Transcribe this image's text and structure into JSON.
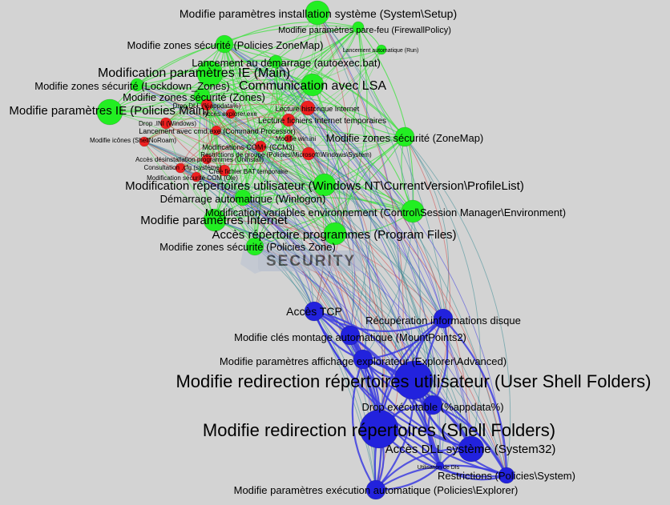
{
  "watermark": {
    "text": "SECURITY"
  },
  "colors": {
    "background": "#d3d3d3",
    "green_node": "#22ee22",
    "red_node": "#ee2020",
    "blue_node": "#2222dd",
    "green_edge": "#3de23d",
    "red_edge": "#d24a4a",
    "blue_edge": "#3c3ce0",
    "teal_edge": "#3c8c96"
  },
  "clusters": {
    "green": {
      "nodes": [
        {
          "id": "g1",
          "label": "Modifie paramètres installation système (System\\Setup)"
        },
        {
          "id": "g2",
          "label": "Modifie paramètres pare-feu (FirewallPolicy)"
        },
        {
          "id": "g3",
          "label": "Modifie zones sécurité (Policies ZoneMap)"
        },
        {
          "id": "g4",
          "label": "Lancement automatique (Run)"
        },
        {
          "id": "g5",
          "label": "Lancement au démarrage (autoexec.bat)"
        },
        {
          "id": "g6",
          "label": "Modification paramètres IE (Main)"
        },
        {
          "id": "g7",
          "label": "Modifie zones sécurité (Lockdown_Zones)"
        },
        {
          "id": "g8",
          "label": "Communication avec LSA"
        },
        {
          "id": "g9",
          "label": "Modifie zones sécurité (Zones)"
        },
        {
          "id": "g10",
          "label": "Modifie paramètres IE (Policies Main)"
        },
        {
          "id": "g11",
          "label": "Modifie zones sécurité (ZoneMap)"
        },
        {
          "id": "g12",
          "label": "Modification répertoires utilisateur (Windows NT\\CurrentVersion\\ProfileList)"
        },
        {
          "id": "g13",
          "label": "Démarrage automatique (Winlogon)"
        },
        {
          "id": "g14",
          "label": "Modification variables environnement (Control\\Session Manager\\Environment)"
        },
        {
          "id": "g15",
          "label": "Modifie paramètres Internet"
        },
        {
          "id": "g16",
          "label": "Accès répertoire programmes (Program Files)"
        },
        {
          "id": "g17",
          "label": "Modifie zones sécurité (Policies Zone)"
        }
      ]
    },
    "red": {
      "nodes": [
        {
          "id": "r1",
          "label": "Drop DLL (%appdata%)"
        },
        {
          "id": "r2",
          "label": "Lecture historique Internet"
        },
        {
          "id": "r3",
          "label": "Accès explorer.exe"
        },
        {
          "id": "r4",
          "label": "Lecture fichiers Internet temporaires"
        },
        {
          "id": "r5",
          "label": "Drop .INI (Windows)"
        },
        {
          "id": "r6",
          "label": "Lancement avec cmd.exe (Command Processor)"
        },
        {
          "id": "r7",
          "label": "Modifie win.ini"
        },
        {
          "id": "r8",
          "label": "Modifie icônes (ShellNoRoam)"
        },
        {
          "id": "r9",
          "label": "Modifications COM+ (CCM3)"
        },
        {
          "id": "r10",
          "label": "Restrictions de groupe (Policies\\Microsoft\\Windows\\System)"
        },
        {
          "id": "r11",
          "label": "Accès désinstallation programmes (Uninstall)"
        },
        {
          "id": "r12",
          "label": "Consultation .cfg (système)"
        },
        {
          "id": "r13",
          "label": "Crée fichier BAT temporaire"
        },
        {
          "id": "r14",
          "label": "Modification sécurité COM (Ole)"
        }
      ]
    },
    "blue": {
      "nodes": [
        {
          "id": "b1",
          "label": "Accès TCP"
        },
        {
          "id": "b2",
          "label": "Récupération informations disque"
        },
        {
          "id": "b3",
          "label": "Modifie clés montage automatique (MountPoints2)"
        },
        {
          "id": "b4",
          "label": "Modifie paramètres affichage explorateur (Explorer\\Advanced)"
        },
        {
          "id": "b5",
          "label": "Modifie redirection répertoires utilisateur (User Shell Folders)"
        },
        {
          "id": "b6",
          "label": "Drop exécutable (%appdata%)"
        },
        {
          "id": "b7",
          "label": "Modifie redirection répertoires (Shell Folders)"
        },
        {
          "id": "b8",
          "label": "Accès DLL système (System32)"
        },
        {
          "id": "b9",
          "label": "Utilisation de DIs"
        },
        {
          "id": "b10",
          "label": "Restrictions (Policies\\System)"
        },
        {
          "id": "b11",
          "label": "Modifie paramètres exécution automatique (Policies\\Explorer)"
        }
      ]
    }
  }
}
